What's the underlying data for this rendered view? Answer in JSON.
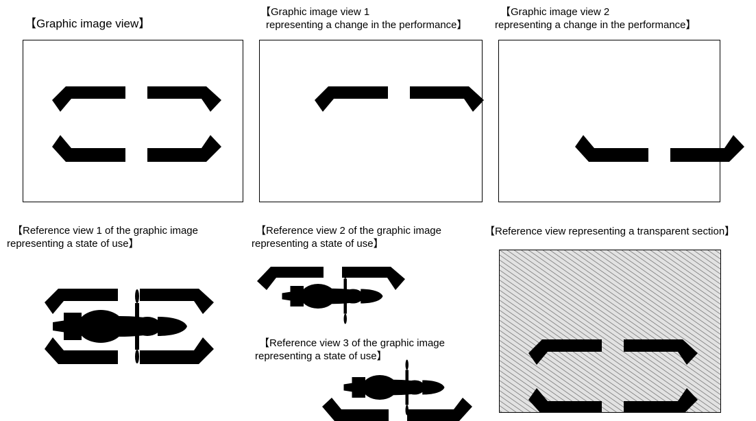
{
  "captions": {
    "graphic_view": "【Graphic image view】",
    "perf_view_1": [
      "【Graphic image view 1",
      "representing a change in the performance】"
    ],
    "perf_view_2": [
      "【Graphic image view 2",
      "representing a change in the performance】"
    ],
    "ref_view_1": [
      "【Reference view  1 of the graphic image",
      "representing a state  of use】"
    ],
    "ref_view_2": [
      "【Reference view  2 of the graphic image",
      "representing a state  of use】"
    ],
    "ref_view_3": [
      "【Reference view  3 of the graphic image",
      "representing a state  of use】"
    ],
    "ref_transparent": "【Reference view  representing a transparent section】"
  },
  "colors": {
    "mark": "#000000",
    "hatch_background": "#d9d9d9",
    "hatch_line": "#555555",
    "outline": "#555555"
  }
}
